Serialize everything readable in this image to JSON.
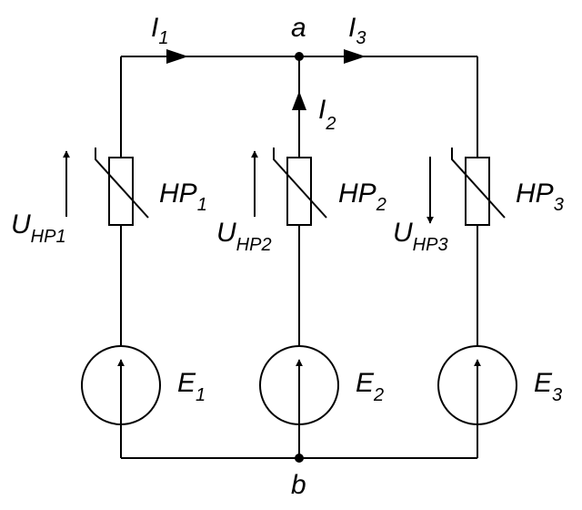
{
  "nodes": {
    "a": "a",
    "b": "b"
  },
  "currents": {
    "i1": {
      "main": "I",
      "sub": "1"
    },
    "i2": {
      "main": "I",
      "sub": "2"
    },
    "i3": {
      "main": "I",
      "sub": "3"
    }
  },
  "elements": {
    "hp1": {
      "main": "HP",
      "sub": "1"
    },
    "hp2": {
      "main": "HP",
      "sub": "2"
    },
    "hp3": {
      "main": "HP",
      "sub": "3"
    },
    "e1": {
      "main": "E",
      "sub": "1"
    },
    "e2": {
      "main": "E",
      "sub": "2"
    },
    "e3": {
      "main": "E",
      "sub": "3"
    }
  },
  "voltages": {
    "u1": {
      "main": "U",
      "sub": "HP1"
    },
    "u2": {
      "main": "U",
      "sub": "HP2"
    },
    "u3": {
      "main": "U",
      "sub": "HP3"
    }
  },
  "colors": {
    "line": "#000000",
    "background": "#ffffff"
  }
}
